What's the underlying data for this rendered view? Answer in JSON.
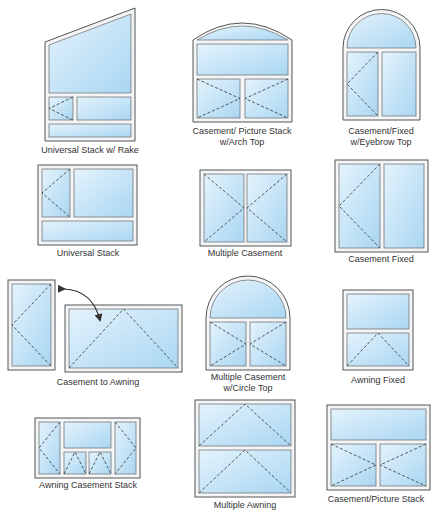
{
  "diagram": {
    "labels": [
      "Universal Stack w/ Rake",
      "Casement/ Picture Stack w/Arch Top",
      "Casement/Fixed w/Eyebrow Top",
      "Universal Stack",
      "Multiple Casement",
      "Casement Fixed",
      "Casement to Awning",
      "Multiple Casement w/Circle Top",
      "Awning Fixed",
      "Awning Casement Stack",
      "Multiple Awning",
      "Casement/Picture Stack"
    ]
  }
}
